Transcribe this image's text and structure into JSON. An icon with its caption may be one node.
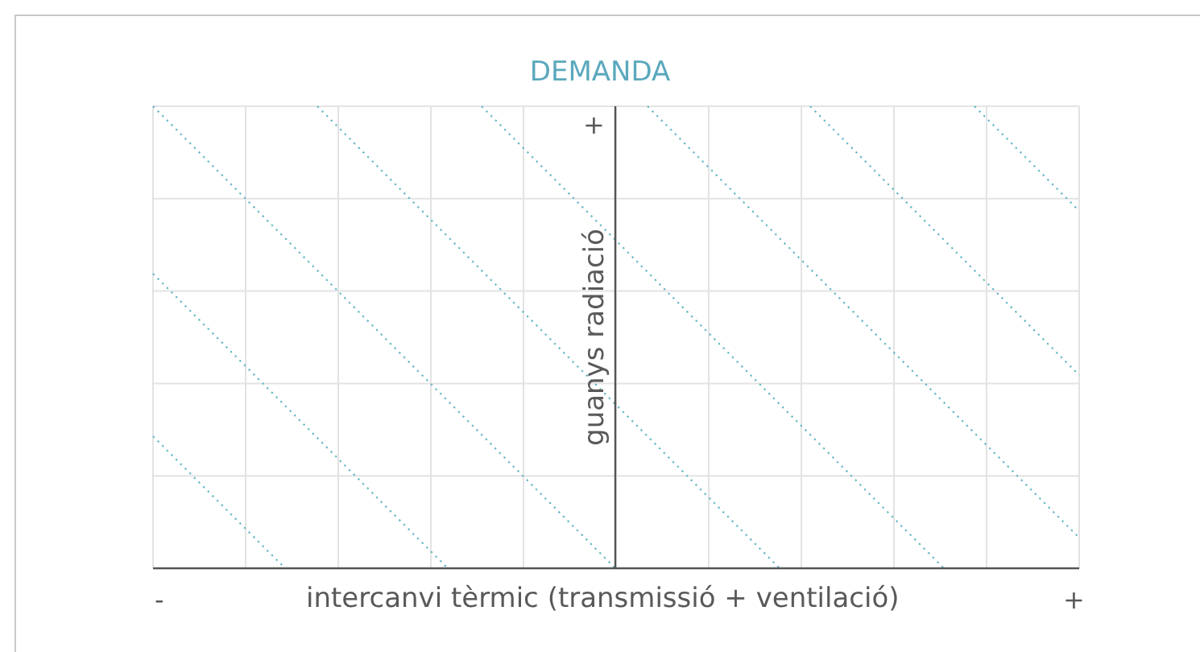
{
  "diagram": {
    "title": "DEMANDA",
    "labels": [
      "+",
      "guanys radiació",
      "-",
      "intercanvi tèrmic (transmissió + ventilació)",
      "+"
    ]
  }
}
